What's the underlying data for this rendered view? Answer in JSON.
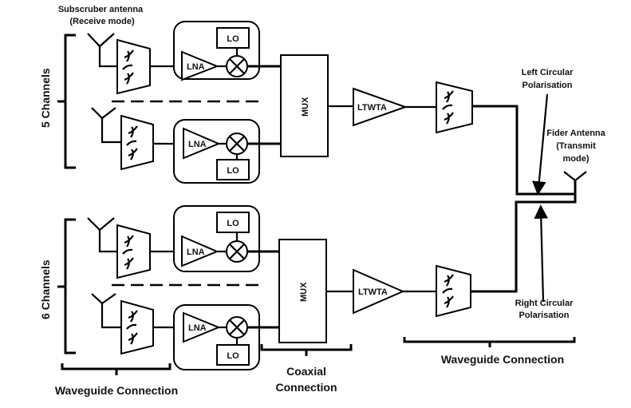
{
  "labels": {
    "subscriber_antenna_line1": "Subscruber antenna",
    "subscriber_antenna_line2": "(Receive mode)",
    "group_top": "5 Channels",
    "group_bottom": "6 Channels",
    "lna": "LNA",
    "lo": "LO",
    "mux": "MUX",
    "ltwta": "LTWTA",
    "left_pol_line1": "Left Circular",
    "left_pol_line2": "Polarisation",
    "right_pol_line1": "Right Circular",
    "right_pol_line2": "Polarisation",
    "fider_line1": "Fider Antenna",
    "fider_line2": "(Transmit",
    "fider_line3": "mode)",
    "waveguide_left": "Waveguide Connection",
    "coaxial_line1": "Coaxial",
    "coaxial_line2": "Connection",
    "waveguide_right": "Waveguide Connection"
  },
  "channels": [
    {
      "group": "top",
      "row": 1,
      "lo_position": "above"
    },
    {
      "group": "top",
      "row": 2,
      "lo_position": "below"
    },
    {
      "group": "bottom",
      "row": 1,
      "lo_position": "above"
    },
    {
      "group": "bottom",
      "row": 2,
      "lo_position": "below"
    }
  ],
  "colors": {
    "line": "#000000",
    "background": "#ffffff"
  }
}
